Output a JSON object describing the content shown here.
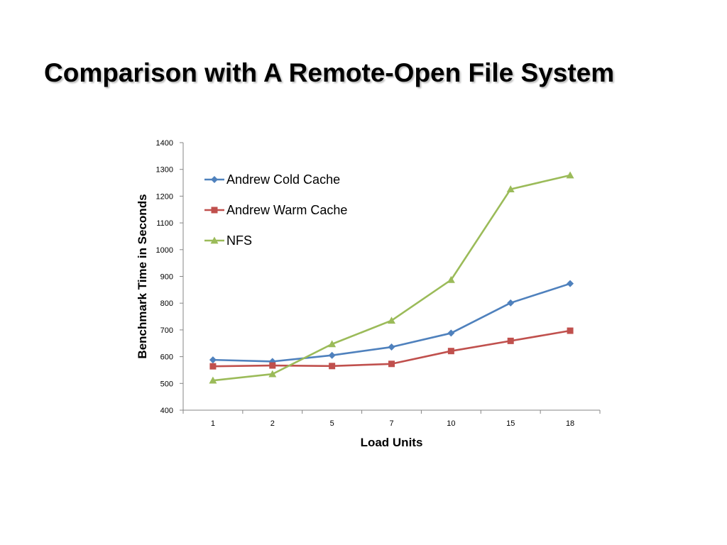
{
  "slide": {
    "title": "Comparison with A Remote-Open File System"
  },
  "chart_data": {
    "type": "line",
    "title": "",
    "xlabel": "Load Units",
    "ylabel": "Benchmark Time in Seconds",
    "categories": [
      "1",
      "2",
      "5",
      "7",
      "10",
      "15",
      "18"
    ],
    "ylim": [
      400,
      1400
    ],
    "yticks": [
      400,
      500,
      600,
      700,
      800,
      900,
      1000,
      1100,
      1200,
      1300,
      1400
    ],
    "grid": false,
    "legend_position": "top-left",
    "series": [
      {
        "name": "Andrew Cold Cache",
        "color": "#4F81BD",
        "marker": "diamond",
        "values": [
          588,
          582,
          605,
          636,
          688,
          801,
          873
        ]
      },
      {
        "name": "Andrew Warm Cache",
        "color": "#C0504D",
        "marker": "square",
        "values": [
          564,
          567,
          565,
          573,
          621,
          659,
          697
        ]
      },
      {
        "name": "NFS",
        "color": "#9BBB59",
        "marker": "triangle",
        "values": [
          511,
          535,
          647,
          735,
          887,
          1226,
          1278
        ]
      }
    ]
  }
}
